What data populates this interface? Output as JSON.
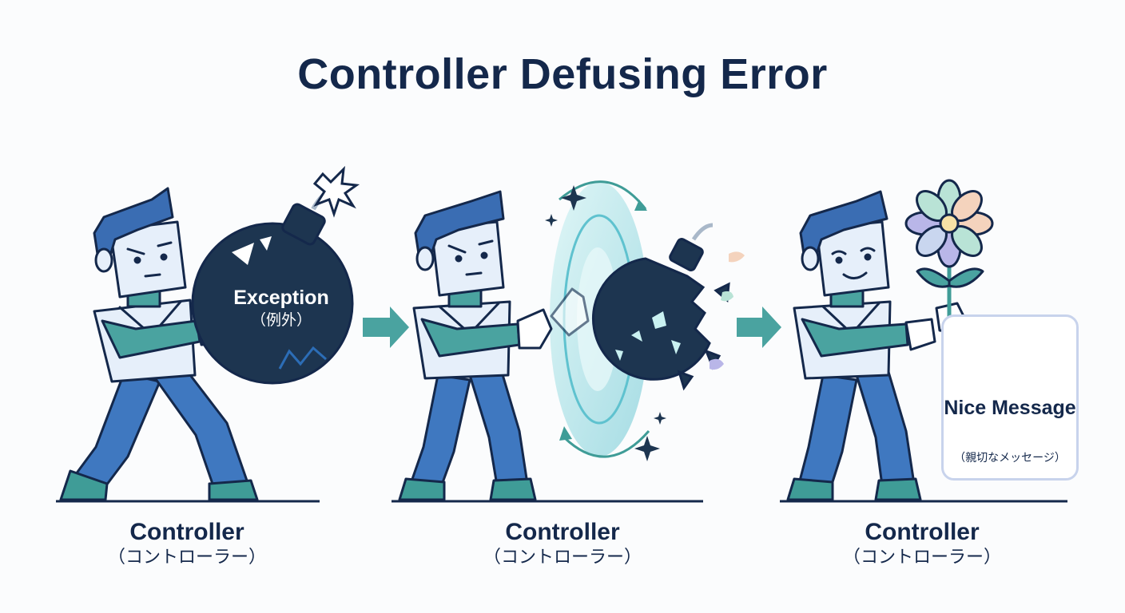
{
  "title": "Controller Defusing Error",
  "panels": [
    {
      "label_en": "Controller",
      "label_ja": "（コントローラー）"
    },
    {
      "label_en": "Controller",
      "label_ja": "（コントローラー）"
    },
    {
      "label_en": "Controller",
      "label_ja": "（コントローラー）"
    }
  ],
  "bomb": {
    "label_en": "Exception",
    "label_ja": "（例外）"
  },
  "message_card": {
    "label_en": "Nice Message",
    "label_ja": "（親切なメッセージ）"
  },
  "colors": {
    "navy": "#14284b",
    "bomb": "#1d3550",
    "hair": "#3a6db3",
    "skin": "#e6effa",
    "pants": "#3f78c0",
    "teal": "#4aa3a0",
    "shoe": "#3f9c97",
    "petal_lavender": "#b9b6e8",
    "petal_mint": "#b9e3d6",
    "petal_peach": "#f4d3bd"
  }
}
